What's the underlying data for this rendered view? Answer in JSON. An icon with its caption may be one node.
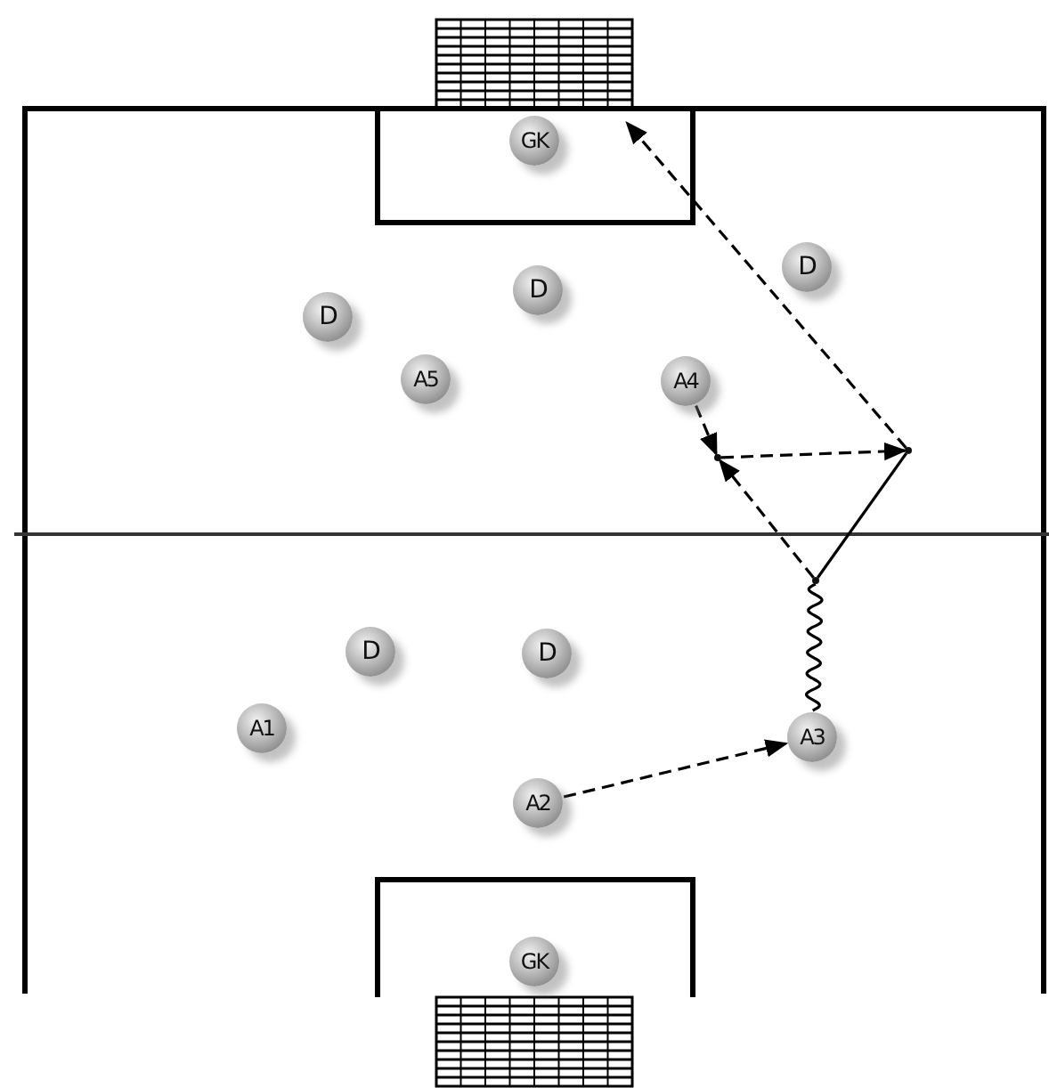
{
  "diagram": {
    "nodes": [
      {
        "text": [
          "GK"
        ]
      },
      {
        "text": [
          "D"
        ]
      },
      {
        "text": [
          "D"
        ]
      },
      {
        "text": [
          "D"
        ]
      },
      {
        "text": [
          "A5"
        ]
      },
      {
        "text": [
          "A4"
        ]
      },
      {
        "text": [
          "D"
        ]
      },
      {
        "text": [
          "D"
        ]
      },
      {
        "text": [
          "A1"
        ]
      },
      {
        "text": [
          "A3"
        ]
      },
      {
        "text": [
          "A2"
        ]
      },
      {
        "text": [
          "GK"
        ]
      },
      {
        "text": [],
        "shape": "point"
      },
      {
        "text": [],
        "shape": "point"
      },
      {
        "text": [],
        "shape": "point"
      }
    ],
    "edges": [
      {
        "from": 10,
        "to": 9,
        "arrow": "to",
        "style": "dashed"
      },
      {
        "from": 9,
        "to": 12,
        "arrow": "none"
      },
      {
        "from": 12,
        "to": 14,
        "arrow": "none"
      },
      {
        "from": 12,
        "to": 13,
        "arrow": "to",
        "style": "dashed"
      },
      {
        "from": 5,
        "to": 13,
        "arrow": "to",
        "style": "dashed"
      },
      {
        "from": 13,
        "to": 14,
        "arrow": "to",
        "style": "dashed"
      },
      {
        "from": 14,
        "to": null,
        "arrow": "to",
        "style": "dashed"
      }
    ]
  }
}
